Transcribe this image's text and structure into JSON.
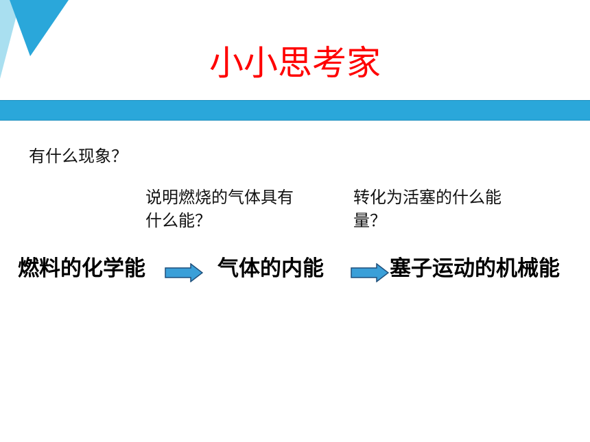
{
  "slide": {
    "title": "小小思考家",
    "questions": {
      "what_happens": "有什么现象？",
      "gas_energy": "说明燃烧的气体具有什么能？",
      "plug_energy": "转化为活塞的什么能量？"
    },
    "energy_flow": {
      "steps": [
        "燃料的化学能",
        "气体的内能",
        "塞子运动的机械能"
      ]
    }
  },
  "colors": {
    "title": "#ff0000",
    "band": "#2aa7da",
    "arrow_fill": "#3a9fd8",
    "arrow_stroke": "#1f4f7a"
  }
}
